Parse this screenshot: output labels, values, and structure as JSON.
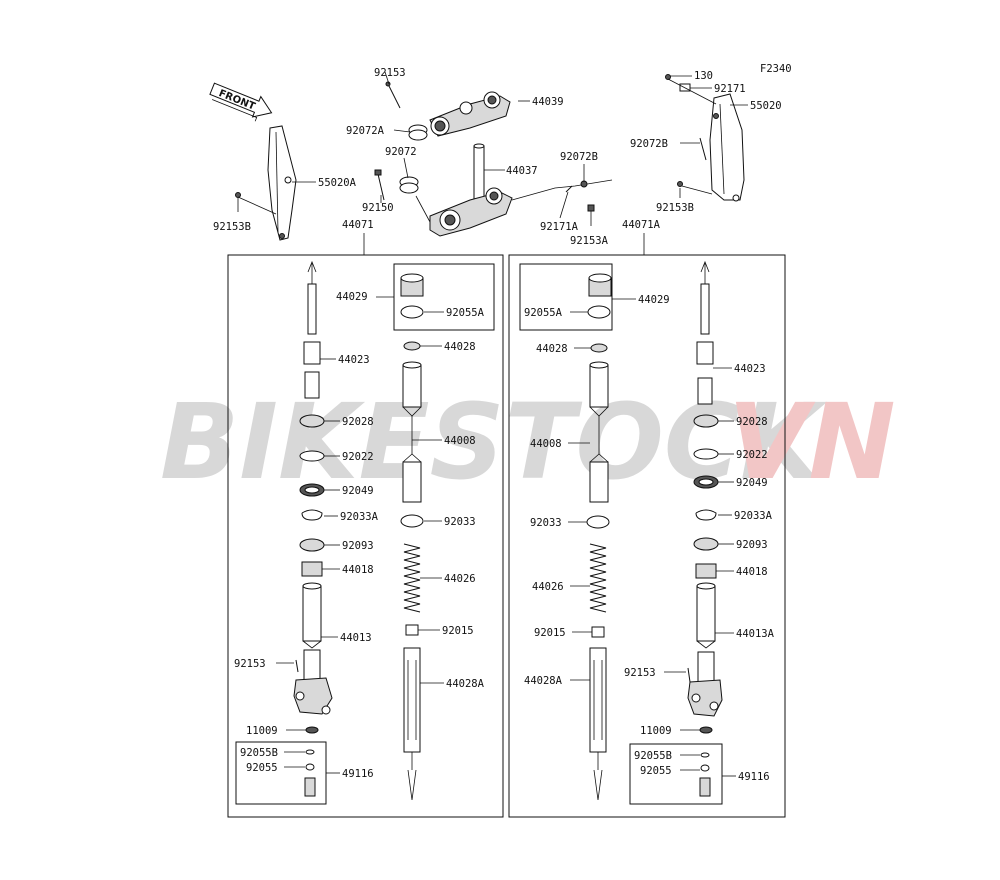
{
  "figure_code": "F2340",
  "front_label": "FRONT",
  "watermark": {
    "part1": "BIKESTOCK",
    "part2": "VN",
    "color1": "#d8d8d8",
    "color2": "#f2c6c6"
  },
  "parts": {
    "p92153_top": "92153",
    "p44039": "44039",
    "p92072A": "92072A",
    "p92072": "92072",
    "p44037": "44037",
    "p92072B_mid": "92072B",
    "p92150": "92150",
    "p92171A": "92171A",
    "p92153A": "92153A",
    "p55020A": "55020A",
    "p92153B_left": "92153B",
    "p130": "130",
    "p92171": "92171",
    "p55020": "55020",
    "p92072B_right": "92072B",
    "p92153B_right": "92153B",
    "p44071": "44071",
    "p44071A": "44071A",
    "L": {
      "p44029": "44029",
      "p92055A": "92055A",
      "p44028": "44028",
      "p44023": "44023",
      "p92028": "92028",
      "p44008": "44008",
      "p92022": "92022",
      "p92049": "92049",
      "p92033A": "92033A",
      "p92033": "92033",
      "p92093": "92093",
      "p44018": "44018",
      "p44026": "44026",
      "p44013": "44013",
      "p92015": "92015",
      "p92153": "92153",
      "p44028A": "44028A",
      "p11009": "11009",
      "p92055B": "92055B",
      "p92055": "92055",
      "p49116": "49116"
    },
    "R": {
      "p44029": "44029",
      "p92055A": "92055A",
      "p44028": "44028",
      "p44023": "44023",
      "p92028": "92028",
      "p44008": "44008",
      "p92022": "92022",
      "p92049": "92049",
      "p92033A": "92033A",
      "p92033": "92033",
      "p92093": "92093",
      "p44018": "44018",
      "p44026": "44026",
      "p44013A": "44013A",
      "p92015": "92015",
      "p92153": "92153",
      "p44028A": "44028A",
      "p11009": "11009",
      "p92055B": "92055B",
      "p92055": "92055",
      "p49116": "49116"
    }
  }
}
